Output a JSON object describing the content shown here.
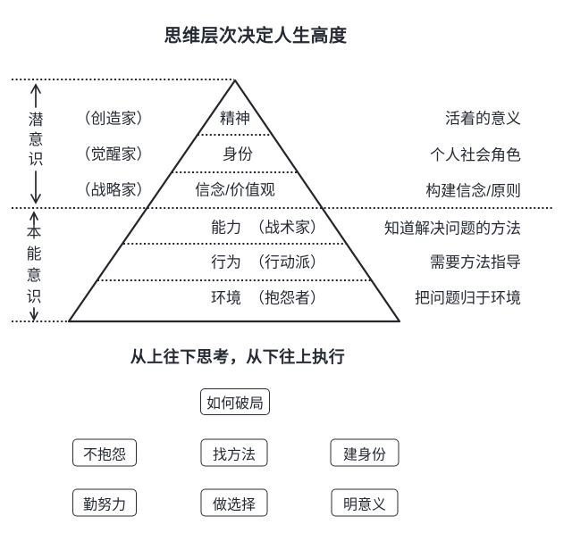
{
  "title": "思维层次决定人生高度",
  "legend": {
    "upper_section": "潜意识",
    "lower_section": "本能意识"
  },
  "levels": {
    "upper": [
      {
        "persona": "（创造家）",
        "name": "精神",
        "meaning": "活着的意义"
      },
      {
        "persona": "（觉醒家）",
        "name": "身份",
        "meaning": "个人社会角色"
      },
      {
        "persona": "（战略家）",
        "name": "信念/价值观",
        "meaning": "构建信念/原则"
      }
    ],
    "lower": [
      {
        "name": "能力",
        "persona": "（战术家）",
        "meaning": "知道解决问题的方法"
      },
      {
        "name": "行为",
        "persona": "（行动派）",
        "meaning": "需要方法指导"
      },
      {
        "name": "环境",
        "persona": "（抱怨者）",
        "meaning": "把问题归于环境"
      }
    ]
  },
  "slogan": "从上往下思考，从下往上执行",
  "breakthrough": {
    "heading": "如何破局",
    "actions_row1": [
      "不抱怨",
      "找方法",
      "建身份"
    ],
    "actions_row2": [
      "勤努力",
      "做选择",
      "明意义"
    ]
  },
  "colors": {
    "text": "#262a33",
    "line": "#24262b",
    "background": "#ffffff"
  }
}
